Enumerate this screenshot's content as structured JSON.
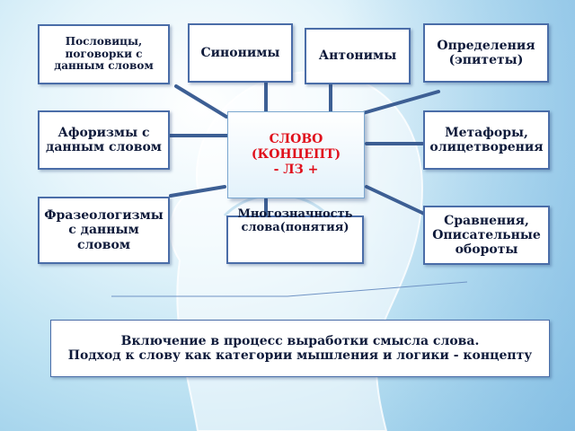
{
  "nodes": {
    "proverbs": "Пословицы, поговорки с данным словом",
    "synonyms": "Синонимы",
    "antonyms": "Антонимы",
    "definitions": "Определения (эпитеты)",
    "aphorisms": "Афоризмы с данным словом",
    "metaphors": "Метафоры, олицетворения",
    "phraseologisms": "Фразеологизмы с данным словом",
    "polysemy": "Многозначность слова(понятия)",
    "comparisons": "Сравнения, Описательные обороты"
  },
  "center": {
    "line1": "СЛОВО",
    "line2": "(КОНЦЕПТ)",
    "line3": "-  ЛЗ +"
  },
  "footer": {
    "line1": "Включение в процесс выработки смысла слова.",
    "line2": "Подход к слову как категории мышления и логики - концепту"
  },
  "colors": {
    "box_border": "#4a6da8",
    "connector": "#3d5f94",
    "center_text": "#e0101c",
    "text": "#0e1a3a"
  }
}
